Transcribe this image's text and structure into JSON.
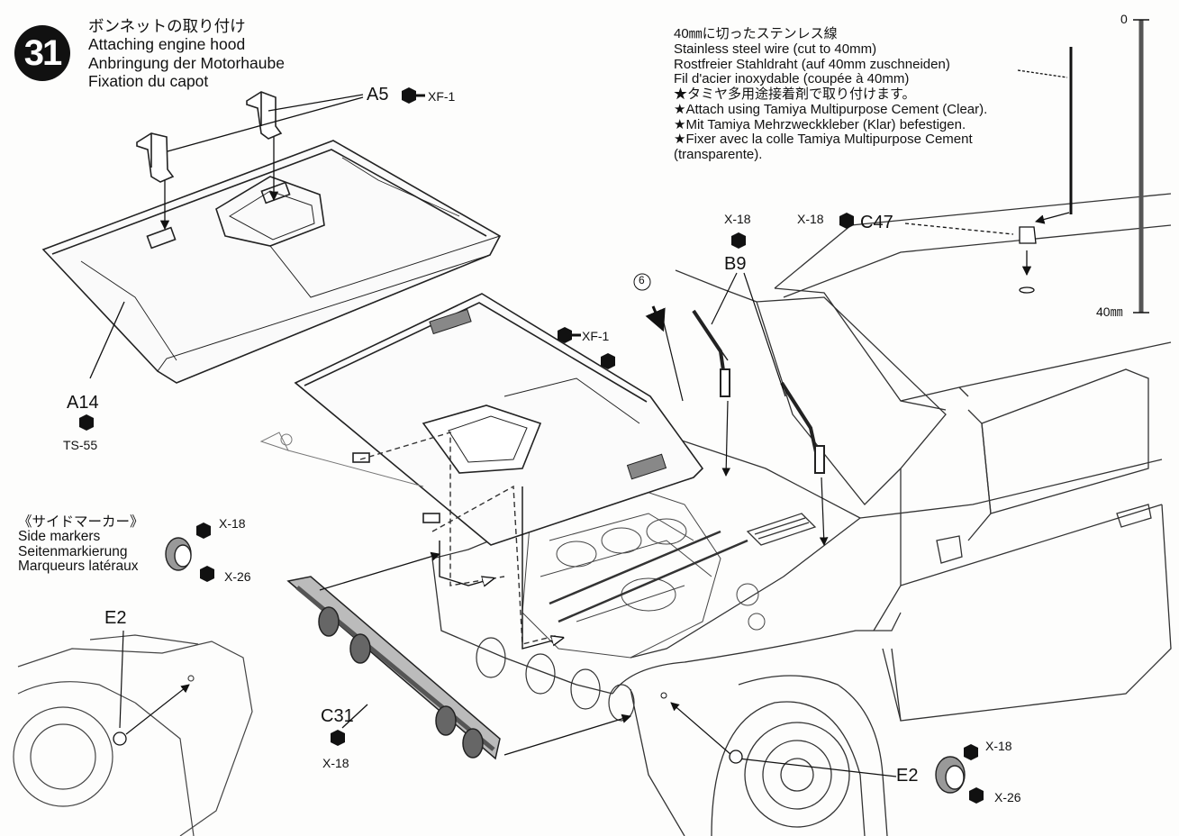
{
  "step": {
    "number": "31",
    "title_ja": "ボンネットの取り付け",
    "title_en": "Attaching engine hood",
    "title_de": "Anbringung der Motorhaube",
    "title_fr": "Fixation du capot"
  },
  "wire_note": {
    "ja": "40㎜に切ったステンレス線",
    "en": "Stainless steel wire (cut to 40mm)",
    "de": "Rostfreier Stahldraht (auf 40mm zuschneiden)",
    "fr": "Fil d'acier inoxydable (coupée à 40mm)",
    "cement_ja": "★タミヤ多用途接着剤で取り付けます。",
    "cement_en": "★Attach using Tamiya Multipurpose Cement (Clear).",
    "cement_de": "★Mit Tamiya Mehrzweckkleber (Klar) befestigen.",
    "cement_fr_1": "★Fixer avec la colle Tamiya Multipurpose Cement",
    "cement_fr_2": "(transparente)."
  },
  "scale": {
    "top": "0",
    "bottom": "40㎜"
  },
  "side_markers": {
    "ja": "《サイドマーカー》",
    "en": "Side markers",
    "de": "Seitenmarkierung",
    "fr": "Marqueurs latéraux"
  },
  "parts": {
    "a5": "A5",
    "a14": "A14",
    "b9": "B9",
    "c47": "C47",
    "c31": "C31",
    "e2_left": "E2",
    "e2_right": "E2",
    "ref_six": "6"
  },
  "paints": {
    "xf1_a5": "XF-1",
    "xf1_hood_label": "XF-1",
    "ts55": "TS-55",
    "x18_b9": "X-18",
    "x18_c47": "X-18",
    "x18_c31": "X-18",
    "x18_side": "X-18",
    "x26_side": "X-26",
    "x18_e2": "X-18",
    "x26_e2": "X-26"
  }
}
